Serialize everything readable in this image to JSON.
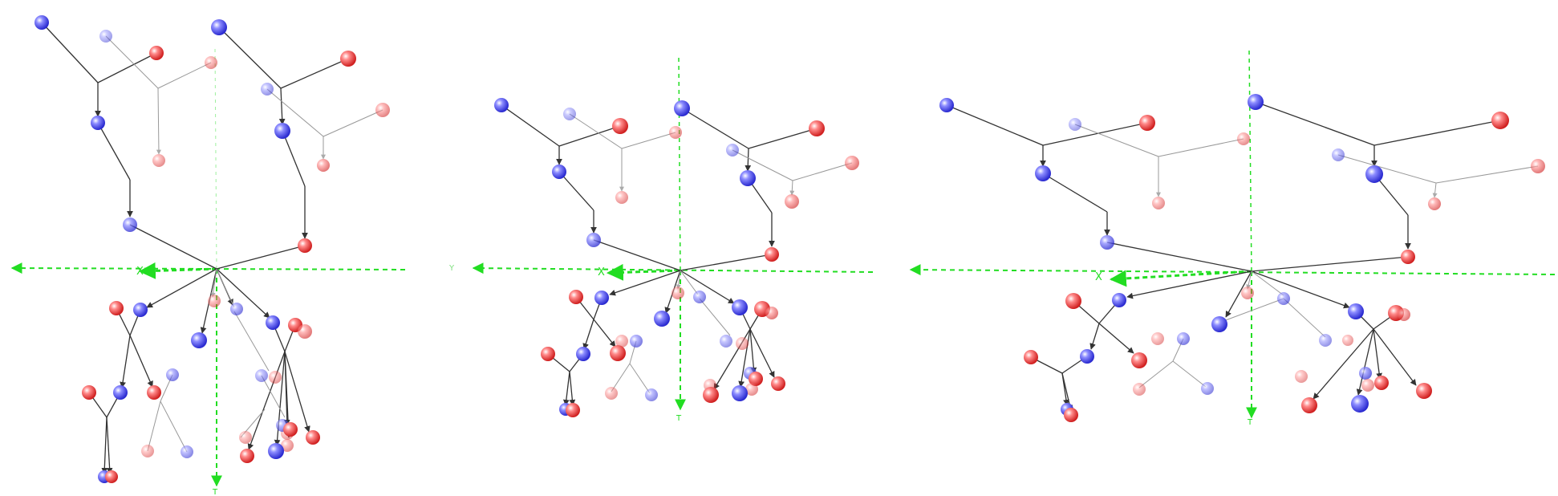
{
  "colors": {
    "blue_node": "#6060f0",
    "red_node": "#f06060",
    "edge": "#333333",
    "axis": "#22dd22",
    "background": "#ffffff"
  },
  "axis_labels": {
    "x": "X",
    "y": "Y",
    "t": "T"
  },
  "panels": [
    {
      "name": "panel-1",
      "view": "front",
      "node_count": 36
    },
    {
      "name": "panel-2",
      "view": "rotated",
      "node_count": 36
    },
    {
      "name": "panel-3",
      "view": "rotated-wide",
      "node_count": 36
    }
  ]
}
